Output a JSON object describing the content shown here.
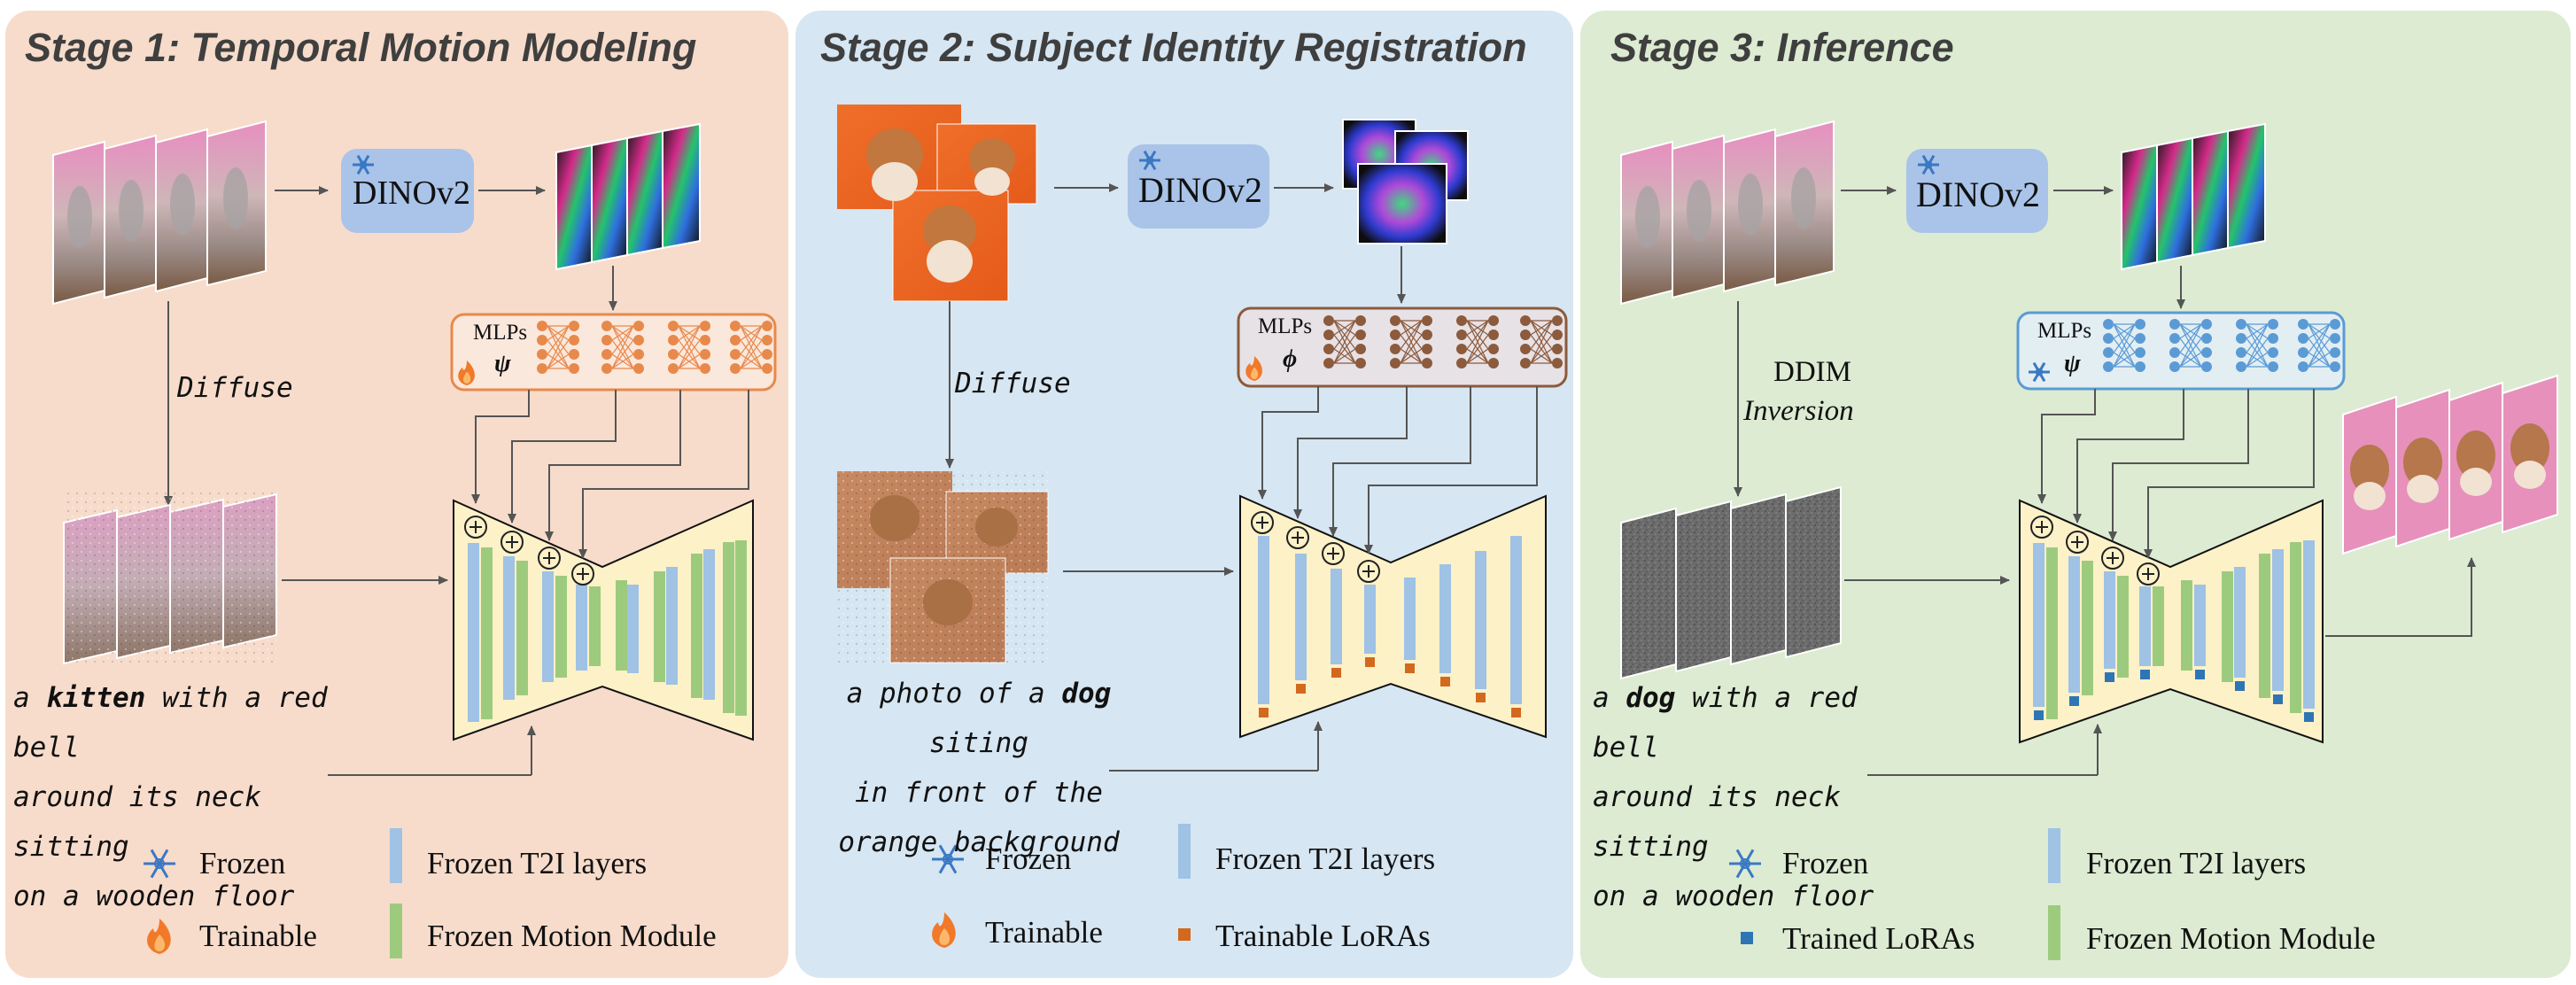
{
  "stages": [
    {
      "title": "Stage 1: Temporal Motion Modeling",
      "encoder": "DINOv2",
      "mlp_label": "MLPs",
      "mlp_symbol": "ψ",
      "arrow_label": "Diffuse",
      "prompt_lines": [
        "a",
        "kitten",
        "with a red bell",
        "around its neck sitting",
        "on a wooden floor"
      ],
      "legend": {
        "a": "Frozen",
        "b": "Frozen T2I layers",
        "c": "Trainable",
        "d": "Frozen Motion Module"
      }
    },
    {
      "title": "Stage 2: Subject Identity Registration",
      "encoder": "DINOv2",
      "mlp_label": "MLPs",
      "mlp_symbol": "ϕ",
      "arrow_label": "Diffuse",
      "prompt_lines": [
        "a photo of a",
        "dog",
        "siting",
        "in front of  the",
        "orange background"
      ],
      "legend": {
        "a": "Frozen",
        "b": "Frozen T2I layers",
        "c": "Trainable",
        "d": "Trainable LoRAs"
      }
    },
    {
      "title": "Stage 3: Inference",
      "encoder": "DINOv2",
      "mlp_label": "MLPs",
      "mlp_symbol": "ψ",
      "arrow_label_1": "DDIM",
      "arrow_label_2": "Inversion",
      "prompt_lines": [
        "a",
        "dog",
        "with a red bell",
        "around its neck sitting",
        "on a wooden floor"
      ],
      "legend": {
        "a": "Frozen",
        "b": "Frozen T2I layers",
        "c": "Trained LoRAs",
        "d": "Frozen Motion Module"
      }
    }
  ],
  "colors": {
    "stage1_bg": "#f7dccb",
    "stage2_bg": "#d6e6f2",
    "stage3_bg": "#dcebd2",
    "frozen_layer": "#9fc2e5",
    "motion_module": "#9dcb7e",
    "unet_fill": "#fdf1c8",
    "trainable_lora": "#d2691e",
    "trained_lora": "#2e75b6",
    "dino_box": "#a9c4e8",
    "mlp_orange": "#e8894c",
    "mlp_brown": "#8c5a3c",
    "mlp_blue": "#5b9bd5"
  },
  "icons": [
    "snowflake-icon",
    "fire-icon",
    "plus-circle-icon"
  ]
}
